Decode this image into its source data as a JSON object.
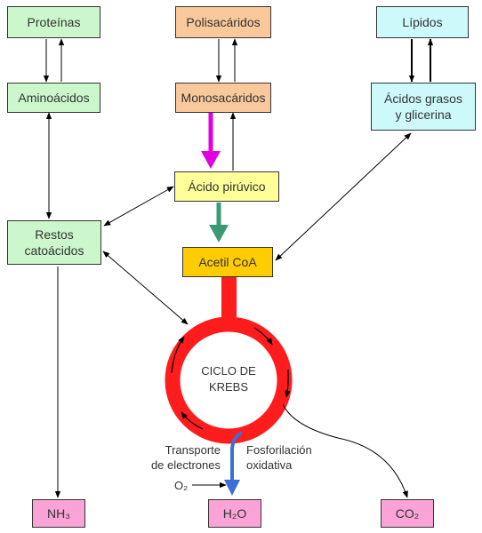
{
  "colors": {
    "green_box": "#ccf7cc",
    "orange_box": "#f9c99b",
    "cyan_box": "#cdf9fb",
    "yellow_box": "#ffff99",
    "gold_box": "#ffcc00",
    "pink_box": "#f9a3d6",
    "krebs_ring": "#ff1c1c",
    "magenta_arrow": "#e000e0",
    "teal_arrow": "#3a9a76",
    "blue_arrow": "#3b6fd6",
    "line": "#000000"
  },
  "boxes": {
    "proteinas": "Proteínas",
    "polisacaridos": "Polisacáridos",
    "lipidos": "Lípidos",
    "aminoacidos": "Aminoácidos",
    "monosacaridos": "Monosacáridos",
    "acidos_grasos": "Ácidos grasos\ny glicerina",
    "acido_piruvico": "Ácido pirúvico",
    "restos_cetoacidos": "Restos\ncatoácidos",
    "acetil_coa": "Acetil CoA",
    "nh3": "NH₃",
    "h2o": "H₂O",
    "co2": "CO₂"
  },
  "cycle_label": "CICLO DE\nKREBS",
  "transport_label": "Transporte\nde electrones",
  "phosphorylation_label": "Fosforilación\noxidativa",
  "o2_label": "O₂"
}
